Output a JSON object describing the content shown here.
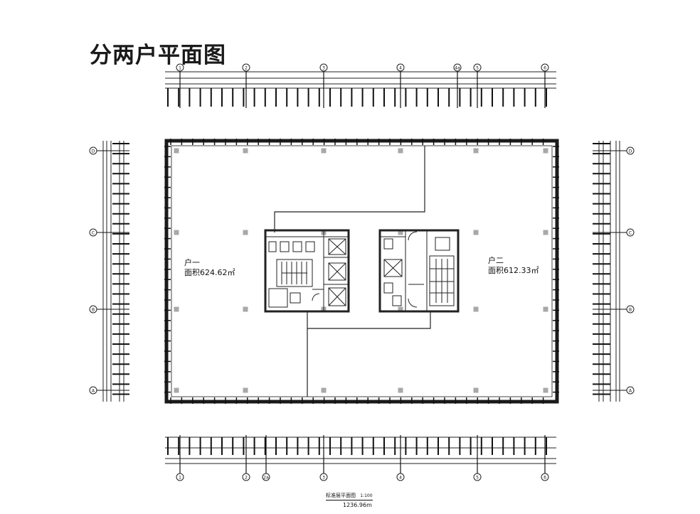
{
  "title": "分两户平面图",
  "units": [
    {
      "name": "户一",
      "area": "面积624.62㎡"
    },
    {
      "name": "户二",
      "area": "面积612.33㎡"
    }
  ],
  "axes": {
    "x_top": [
      "1",
      "2",
      "3",
      "4",
      "4a",
      "5",
      "6"
    ],
    "x_bottom": [
      "1",
      "2",
      "2a",
      "3",
      "4",
      "5",
      "6"
    ],
    "y": [
      "D",
      "C",
      "B",
      "A"
    ]
  },
  "caption": {
    "title": "标准层平面图",
    "scale": "1:100",
    "area": "1236.96m"
  },
  "colors": {
    "wall": "#1a1a1a",
    "column": "#a8a8a8",
    "line": "#222222"
  }
}
